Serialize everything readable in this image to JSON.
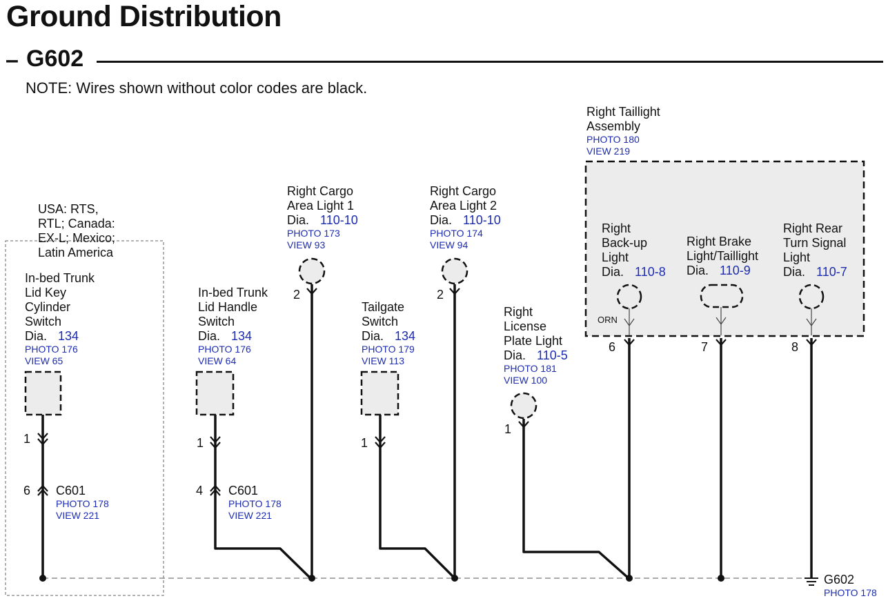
{
  "title": "Ground Distribution",
  "section": {
    "dash": "–",
    "name": "G602"
  },
  "note": "NOTE: Wires shown without color codes are black.",
  "region_note": [
    "USA: RTS,",
    "RTL; Canada:",
    "EX-L; Mexico;",
    "Latin America"
  ],
  "components": [
    {
      "id": "trunk-key-switch",
      "label": [
        "In-bed Trunk",
        "Lid Key",
        "Cylinder",
        "Switch"
      ],
      "dia_prefix": "Dia.",
      "dia": "134",
      "photo": "PHOTO 176",
      "view": "VIEW 65",
      "pin": "1"
    },
    {
      "id": "trunk-handle-switch",
      "label": [
        "In-bed Trunk",
        "Lid Handle",
        "Switch"
      ],
      "dia_prefix": "Dia.",
      "dia": "134",
      "photo": "PHOTO 176",
      "view": "VIEW 64",
      "pin": "1"
    },
    {
      "id": "cargo-light-1",
      "label": [
        "Right Cargo",
        "Area Light 1"
      ],
      "dia_prefix": "Dia.",
      "dia": "110-10",
      "photo": "PHOTO 173",
      "view": "VIEW 93",
      "pin": "2"
    },
    {
      "id": "tailgate-switch",
      "label": [
        "Tailgate",
        "Switch"
      ],
      "dia_prefix": "Dia.",
      "dia": "134",
      "photo": "PHOTO 179",
      "view": "VIEW 113",
      "pin": "1"
    },
    {
      "id": "cargo-light-2",
      "label": [
        "Right Cargo",
        "Area Light 2"
      ],
      "dia_prefix": "Dia.",
      "dia": "110-10",
      "photo": "PHOTO 174",
      "view": "VIEW 94",
      "pin": "2"
    },
    {
      "id": "license-plate-light",
      "label": [
        "Right",
        "License",
        "Plate Light"
      ],
      "dia_prefix": "Dia.",
      "dia": "110-5",
      "photo": "PHOTO 181",
      "view": "VIEW 100",
      "pin": "1"
    }
  ],
  "assembly": {
    "label": [
      "Right Taillight",
      "Assembly"
    ],
    "photo": "PHOTO 180",
    "view": "VIEW 219",
    "lights": [
      {
        "id": "backup-light",
        "label": [
          "Right",
          "Back-up",
          "Light"
        ],
        "dia_prefix": "Dia.",
        "dia": "110-8",
        "pin": "6",
        "wire_color": "ORN"
      },
      {
        "id": "brake-light",
        "label": [
          "Right Brake",
          "Light/Taillight"
        ],
        "dia_prefix": "Dia.",
        "dia": "110-9",
        "pin": "7"
      },
      {
        "id": "turn-signal-light",
        "label": [
          "Right Rear",
          "Turn Signal",
          "Light"
        ],
        "dia_prefix": "Dia.",
        "dia": "110-7",
        "pin": "8"
      }
    ]
  },
  "connectors": [
    {
      "id": "c601-a",
      "name": "C601",
      "pin": "6",
      "photo": "PHOTO 178",
      "view": "VIEW 221"
    },
    {
      "id": "c601-b",
      "name": "C601",
      "pin": "4",
      "photo": "PHOTO 178",
      "view": "VIEW 221"
    }
  ],
  "ground": {
    "name": "G602",
    "photo": "PHOTO 178"
  }
}
